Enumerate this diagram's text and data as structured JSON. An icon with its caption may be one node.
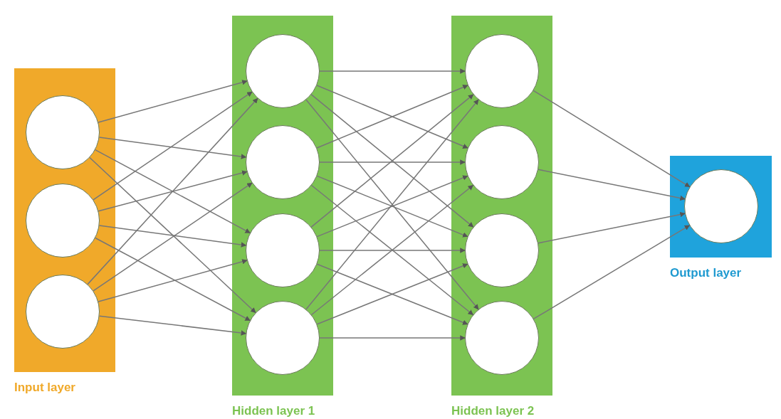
{
  "diagram": {
    "nodes": [
      {
        "text": [
          "Input layer"
        ]
      },
      {
        "text": [],
        "shape": "circle",
        "in": 0
      },
      {
        "text": [],
        "shape": "circle",
        "in": 0
      },
      {
        "text": [],
        "shape": "circle",
        "in": 0
      },
      {
        "text": [
          "Hidden layer 1"
        ]
      },
      {
        "text": [],
        "shape": "circle",
        "in": 4
      },
      {
        "text": [],
        "shape": "circle",
        "in": 4
      },
      {
        "text": [],
        "shape": "circle",
        "in": 4
      },
      {
        "text": [],
        "shape": "circle",
        "in": 4
      },
      {
        "text": [
          "Hidden layer 2"
        ]
      },
      {
        "text": [],
        "shape": "circle",
        "in": 9
      },
      {
        "text": [],
        "shape": "circle",
        "in": 9
      },
      {
        "text": [],
        "shape": "circle",
        "in": 9
      },
      {
        "text": [],
        "shape": "circle",
        "in": 9
      },
      {
        "text": [
          "Output layer"
        ]
      },
      {
        "text": [],
        "shape": "circle",
        "in": 14
      }
    ],
    "edges": [
      {
        "from": 1,
        "to": 5,
        "arrow": "to"
      },
      {
        "from": 1,
        "to": 6,
        "arrow": "to"
      },
      {
        "from": 1,
        "to": 7,
        "arrow": "to"
      },
      {
        "from": 1,
        "to": 8,
        "arrow": "to"
      },
      {
        "from": 2,
        "to": 5,
        "arrow": "to"
      },
      {
        "from": 2,
        "to": 6,
        "arrow": "to"
      },
      {
        "from": 2,
        "to": 7,
        "arrow": "to"
      },
      {
        "from": 2,
        "to": 8,
        "arrow": "to"
      },
      {
        "from": 3,
        "to": 5,
        "arrow": "to"
      },
      {
        "from": 3,
        "to": 6,
        "arrow": "to"
      },
      {
        "from": 3,
        "to": 7,
        "arrow": "to"
      },
      {
        "from": 3,
        "to": 8,
        "arrow": "to"
      },
      {
        "from": 5,
        "to": 10,
        "arrow": "to"
      },
      {
        "from": 5,
        "to": 11,
        "arrow": "to"
      },
      {
        "from": 5,
        "to": 12,
        "arrow": "to"
      },
      {
        "from": 5,
        "to": 13,
        "arrow": "to"
      },
      {
        "from": 6,
        "to": 10,
        "arrow": "to"
      },
      {
        "from": 6,
        "to": 11,
        "arrow": "to"
      },
      {
        "from": 6,
        "to": 12,
        "arrow": "to"
      },
      {
        "from": 6,
        "to": 13,
        "arrow": "to"
      },
      {
        "from": 7,
        "to": 10,
        "arrow": "to"
      },
      {
        "from": 7,
        "to": 11,
        "arrow": "to"
      },
      {
        "from": 7,
        "to": 12,
        "arrow": "to"
      },
      {
        "from": 7,
        "to": 13,
        "arrow": "to"
      },
      {
        "from": 8,
        "to": 10,
        "arrow": "to"
      },
      {
        "from": 8,
        "to": 11,
        "arrow": "to"
      },
      {
        "from": 8,
        "to": 12,
        "arrow": "to"
      },
      {
        "from": 8,
        "to": 13,
        "arrow": "to"
      },
      {
        "from": 10,
        "to": 15,
        "arrow": "to"
      },
      {
        "from": 11,
        "to": 15,
        "arrow": "to"
      },
      {
        "from": 12,
        "to": 15,
        "arrow": "to"
      },
      {
        "from": 13,
        "to": 15,
        "arrow": "to"
      }
    ]
  }
}
